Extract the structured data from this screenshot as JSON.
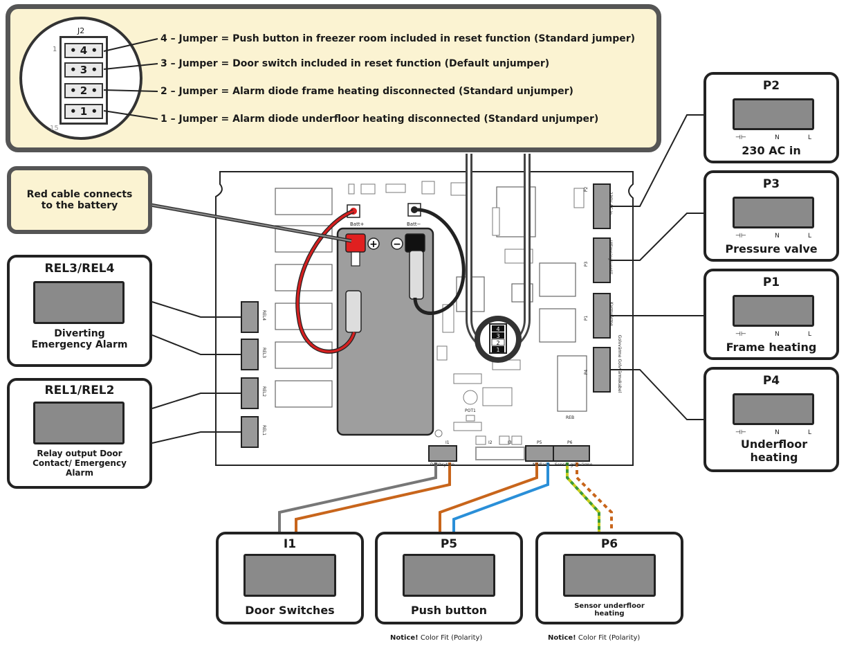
{
  "jumpers": {
    "header_label": "J2",
    "pin1_label": "1",
    "pin15_label": "15",
    "numbers": [
      "4",
      "3",
      "2",
      "1"
    ],
    "lines": [
      {
        "key": "4 – Jumper =",
        "text": " Push button in freezer room included in reset function (Standard jumper)"
      },
      {
        "key": "3 – Jumper =",
        "text": " Door switch included in reset function (Default unjumper)"
      },
      {
        "key": "2 – Jumper =",
        "text": " Alarm diode frame heating disconnected (Standard unjumper)"
      },
      {
        "key": "1 – Jumper =",
        "text": " Alarm diode underfloor heating disconnected (Standard unjumper)"
      }
    ]
  },
  "battery_note": "Red cable connects to the battery",
  "left_callouts": {
    "rel34": {
      "title": "REL3/REL4",
      "caption": "Diverting Emergency Alarm"
    },
    "rel12": {
      "title": "REL1/REL2",
      "caption": "Relay output Door Contact/ Emergency Alarm"
    }
  },
  "right_callouts": {
    "pins": [
      "⊣⊢",
      "N",
      "L"
    ],
    "p2": {
      "title": "P2",
      "caption": "230 AC in"
    },
    "p3": {
      "title": "P3",
      "caption": "Pressure valve"
    },
    "p1": {
      "title": "P1",
      "caption": "Frame heating"
    },
    "p4": {
      "title": "P4",
      "caption": "Underfloor heating"
    }
  },
  "bottom_callouts": {
    "i1": {
      "title": "I1",
      "caption": "Door Switches"
    },
    "p5": {
      "title": "P5",
      "caption": "Push button"
    },
    "p6": {
      "title": "P6",
      "caption": "Sensor underfloor heating"
    }
  },
  "notices": {
    "p5": {
      "bold": "Notice!",
      "text": " Color Fit (Polarity)"
    },
    "p6": {
      "bold": "Notice!",
      "text": " Color Fit (Polarity)"
    }
  },
  "board_labels": {
    "batt_plus": "Batt+",
    "batt_minus": "Batt−",
    "rel4": "REL4",
    "rel3": "REL3",
    "rel2": "REL2",
    "rel1": "REL1",
    "p2": "P2",
    "p2_txt": "230V AC in",
    "p3": "P3",
    "p3_txt": "Utlimningsventil",
    "p1": "P1",
    "p1_txt": "Karmvärme",
    "p4": "P4",
    "p4_txt": "Golvvärme Golvvärmekabel",
    "i1": "I1",
    "i1_txt": "Dörrbrytare",
    "p5": "P5",
    "p5_txt": "Nödlarm",
    "p6": "P6",
    "p6_txt": "Sensor golvvärme",
    "i2": "I2",
    "i3": "I3",
    "pot": "POT1",
    "reb": "REB"
  },
  "colors": {
    "panel": "#fbf3d2",
    "wire_red": "#d32020",
    "wire_orange": "#c8651b",
    "wire_blue": "#2a8fd8",
    "wire_gray": "#777777",
    "wire_yellow_green": "#c6cc1e"
  }
}
